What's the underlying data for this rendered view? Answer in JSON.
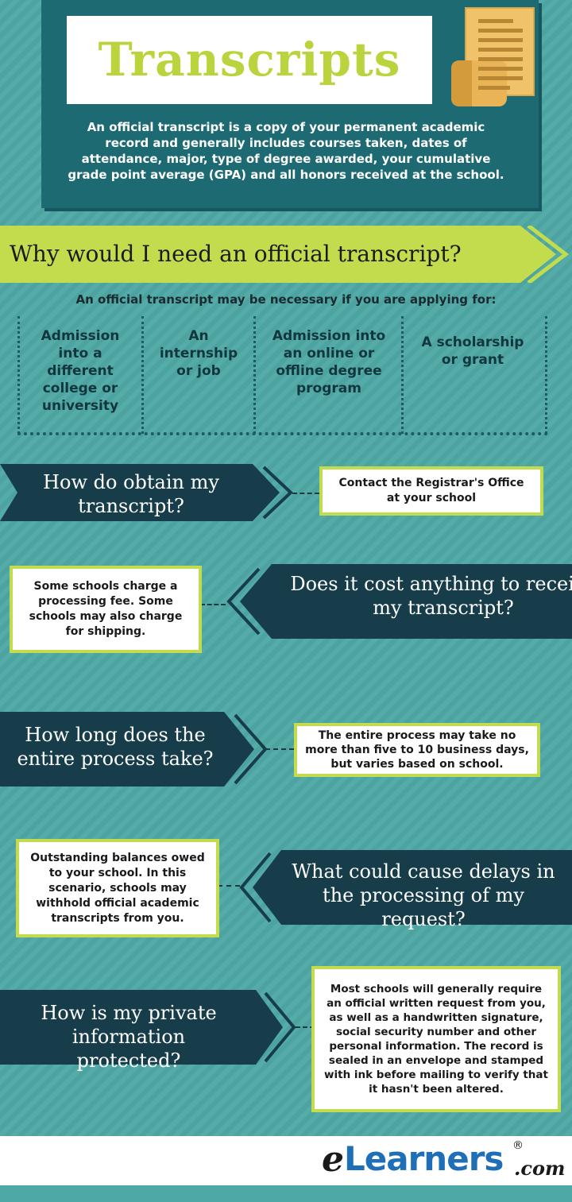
{
  "header": {
    "title": "Transcripts",
    "intro": "An official transcript is a copy of your permanent academic record and generally includes courses taken, dates of attendance, major, type of degree awarded, your cumulative grade point average (GPA) and all honors received at the school."
  },
  "why": {
    "heading": "Why would I need an official transcript?",
    "intro": "An official transcript may be necessary if you are applying for:",
    "reasons": [
      "Admission into a different college or university",
      "An internship or job",
      "Admission into an online or offline degree program",
      "A scholarship or grant"
    ]
  },
  "qa": [
    {
      "question": "How do obtain my transcript?",
      "answer": "Contact the Registrar's Office at your school"
    },
    {
      "question": "Does it cost anything to receive my transcript?",
      "answer": "Some schools charge a processing fee. Some schools may also charge for shipping."
    },
    {
      "question": "How long does the entire process take?",
      "answer": "The entire process may take no more than five to 10 business days, but varies based on school."
    },
    {
      "question": "What could cause delays in the processing of my request?",
      "answer": "Outstanding balances owed to your school. In this scenario, schools may withhold official academic transcripts from you."
    },
    {
      "question": "How is my private information protected?",
      "answer": "Most schools will generally require an official written request from you, as well as a handwritten signature, social security number and other personal information. The record is sealed in an envelope and stamped with ink before mailing to verify that it hasn't been altered."
    }
  ],
  "footer": {
    "logo_e": "e",
    "logo_main": "Learners",
    "logo_reg": "®",
    "logo_suffix": ".com"
  },
  "colors": {
    "background": "#4ea8a5",
    "header_panel": "#1d6a73",
    "question_navy": "#173d4a",
    "accent_green": "#c3dc4d",
    "title_green": "#b9d43c",
    "logo_blue": "#1f6fb8"
  },
  "icons": {
    "document": "document-icon"
  }
}
